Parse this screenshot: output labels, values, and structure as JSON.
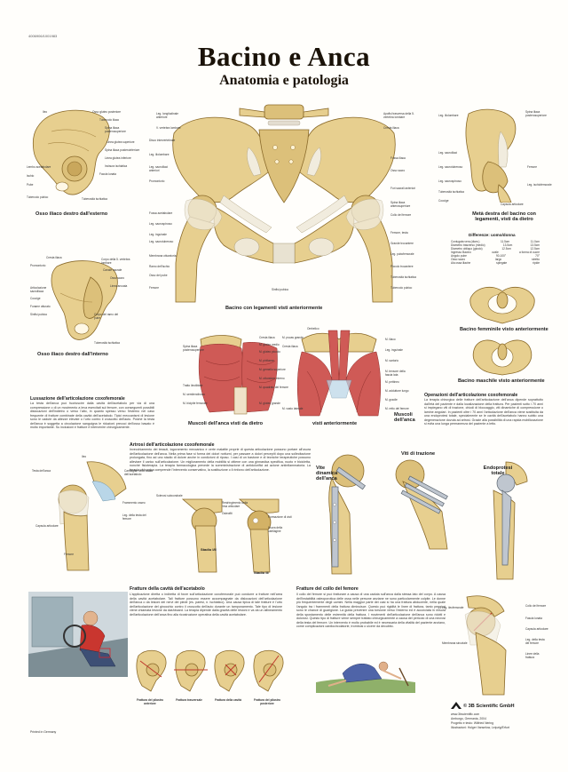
{
  "header": {
    "code": "4006906/1001983",
    "title": "Bacino e Anca",
    "subtitle": "Anatomia e patologia"
  },
  "captions": {
    "iliac_ext": "Osso iliaco destro dall'esterno",
    "iliac_int": "Osso iliaco destro dall'interno",
    "pelvis_front": "Bacino con legamenti visti anteriormente",
    "half_pelvis": "Metà destra del bacino con legamenti, visti da dietro",
    "female_pelvis": "Bacino femminile visto anteriormente",
    "male_pelvis": "Bacino maschile visto anteriormente",
    "muscles_back": "Muscoli dell'anca visti da dietro",
    "muscles_front": "visti anteriormente",
    "muscles_hip": "Muscoli dell'anca",
    "stage1": "Stadio I/II",
    "stage3": "Stadio III",
    "dynamic_screw": "Vite dinamica dell'anca",
    "traction_screws": "Viti di trazione",
    "total_prosthesis": "Endoprotesi totale"
  },
  "iliac_ext_labels": [
    "Ileo",
    "Osso gluteo posteriore",
    "Tubercolo iliaco",
    "Spina iliaca posterosuperiore",
    "Linea glutea superiore",
    "Spina iliaca posteroinferiore",
    "Linea glutea inferiore",
    "Incisura ischiatica",
    "Faccia lunata",
    "Lembo acetabolare",
    "Ischio",
    "Pube",
    "Tubercolo pubico",
    "Tuberosità ischiatica"
  ],
  "iliac_int_labels": [
    "Cresta iliaca",
    "Promontorio",
    "Corpo della 5. vertebra lombare",
    "Canale sacrale",
    "Osso sacro",
    "Linea arcuata",
    "Articolazione sacroiliaca",
    "Coccige",
    "Forame otturato",
    "Sinfisi pubica",
    "Corpo del ramo del pube",
    "Tuberosità ischiatica"
  ],
  "pelvis_left_labels": [
    "Leg. longitudinale anteriore",
    "V. vertebra lombare",
    "Disco intervertebrale",
    "Leg. iliolombare",
    "Leg. sacroiliaci anteriori",
    "Promontorio",
    "Fossa acetabolare",
    "Leg. sacrospinoso",
    "Leg. sacrotuberoso",
    "Membrana otturatoria",
    "Ramo dell'ischio",
    "Osso del pube",
    "Femore",
    "Leg. inguinale"
  ],
  "pelvis_right_labels": [
    "Apofisi trasversa della 5. vertebra lombare",
    "Cresta iliaca",
    "Fossa iliaca",
    "Osso sacro",
    "Fori sacrali anteriori",
    "Spina iliaca anterosuperiore",
    "Collo del femore",
    "Grande trocantere",
    "Piccolo trocantere",
    "Femore, testa",
    "Leg. pubofemorale",
    "Tuberosità ischiatica",
    "Tubercolo pubico",
    "Sinfisi pubica"
  ],
  "half_labels": [
    "Leg. iliolombare",
    "Spina iliaca posterosuperiore",
    "Leg. sacroiliaci",
    "Leg. sacrotuberoso",
    "Leg. sacrospinoso",
    "Femore",
    "Tuberosità ischiatica",
    "Coccige",
    "Leg. ischiofemorale",
    "Capsula articolare"
  ],
  "differences": {
    "title": "Differenze: uomo/donna",
    "rows": [
      {
        "label": "Coniugata vera (diam.)",
        "m": "11.5cm",
        "f": "11.0cm"
      },
      {
        "label": "Diametro trasverso (medio)",
        "m": "13.5cm",
        "f": "13.5cm"
      },
      {
        "label": "Diametro obliquo (giusto)",
        "m": "12.5cm",
        "f": "12.5cm"
      },
      {
        "label": "Ingresso Bacino",
        "m": "ovale",
        "f": "a forma di cuore"
      },
      {
        "label": "Angolo pube",
        "m": "90-100°",
        "f": "70°"
      },
      {
        "label": "Osso sacro",
        "m": "largo",
        "f": "stretto"
      },
      {
        "label": "Ala ossa iliache",
        "m": "spiegate",
        "f": "ripide"
      }
    ]
  },
  "muscle_labels_back": [
    "Cresta iliaca",
    "M. gluteo medio",
    "Spina iliaca posterosuperiore",
    "M. gluteo piccolo",
    "M. piriforme",
    "M. gemello superiore",
    "M. otturatore interno",
    "M. gluteo grande",
    "M. quadrato del femore",
    "M. semitendinoso",
    "M. bicipite femorale",
    "Tratto ileotibiale"
  ],
  "muscle_labels_front": [
    "Ombelico",
    "M. psoas grande",
    "Cresta iliaca",
    "M. iliaco",
    "Leg. inguinale",
    "M. sartorio",
    "M. tensore della fascia lata",
    "M. pettineo",
    "M. adduttore lungo",
    "M. gracile",
    "M. retto del femore",
    "M. vasto laterale"
  ],
  "sections": [
    {
      "head": "Lussazione dell'articolazione coxofemorale",
      "body": "La testa dell'anca può fuoriuscire dalla cavità dell'acetabolo per via di una compressione o di un movimento a leva esercitati sul femore, con conseguenti possibili dislocazioni dell'indietro o verso l'alto, in quanto spesso verso l'esterno nel caso frequente di fratture combinate della cavità dell'acetabolo. Tipici meccanismi di lesione sono le cadute da altezze elevate o l'urto contro il cruscotto dell'auto. Poiché la testa dell'anca è soggetta a circolazione sanguigna le riduzioni precoci dell'osso basato è molto importante. Su inclusioni e fratture è intervenire chirurgicamente."
    },
    {
      "head": "Artrosi dell'articolazione coxofemorale",
      "body": "Invecchiamento dei tessuti, logoramento meccanico e certe malattie proprie di questa articolazione possono portare all'usura dell'articolazione dell'anca. Nella prima fase si forma dei dolori notturni, per passare a dolori percepiti dopo una sollecitazione prolungata, fino ad uno stadio di dolore anche in condizioni di riposo. I casi di un bastone e di tecniche terapeutiche possono alleviare il carico sull'articolazione. Un miglioramento della mobilità si ottiene con una ginnastica specifica, nuoto e bicicletta, nonché fisioterapia. La terapia farmacologica prevede la somministrazione di antidolorifici ad azione antinfiammatoria. La terapia chirurgica comprende l'intervento conservativo, la sostituzione o il rinforzo dell'articolazione."
    },
    {
      "head": "Operazioni dell'articolazione coxofemorale",
      "body": "La terapia chirurgica delle fratture dell'articolazione dell'anca dipende soprattutto dall'età del paziente e dalla localizzazione della frattura. Per pazienti sotto i 70 anni si impiegano viti di trazione, chiodi di bloccaggio, viti dinamiche di compressione o lamine angolari. In pazienti oltre i 70 anni l'articolazione dell'anca viene sostituita da una endoprotesi totale, specialmente se le cavità dell'acetabolo hanno subito una degenerazione dovuta ad artrosi. Grazie alla possibilità di una rapida mobilizzazione si evita una lunga permanenza del paziente a letto."
    },
    {
      "head": "Fratture della cavità dell'acetabolo",
      "body": "L'applicazione diretta o indiretta di forze sull'articolazione coxofemorale può condurre a fratture nell'area della cavità acetabolare. Tali fratture possono essere accompagnate da dislocazioni dell'articolazione dell'anca o da lesioni dei nervi del piede (es. paresi, n. ischiatico). Una causa tipica di tale fratture è l'urto dell'articolazione del ginocchio contro il cruscotto dell'auto durante un tamponamento. Tale tipo di lesione viene chiamata lesione da dashboard. La terapia dipende dalla gravità delle lesioni e va da un allineamento dell'articolazione dell'anca fino alla ricostruzione operativa della cavità acetabolare."
    },
    {
      "head": "Fratture del collo del femore",
      "body": "Il collo del femore si può fratturare a causa di una caduta sull'anca dalla stessa lato del corpo. A causa dell'instabilità osteoporotica delle ossa nelle persone anziane ne sono particolarmente colpite. Le donne più frequentemente degli uomini. Nella maggior parte dei casi si ha una frattura abducente, nella quale l'angolo tra i frammenti della frattura diminuisce. Questo può rigidità le linee di frattura, tanto peggiori sono le chance di guarigione. La guida prevenire una torsione verso l'esterno ed è accorciata in misura della spostamento delle estremità della frattura. I movimenti dell'articolazione dell'anca sono ridotti e dolorosi. Questo tipo di fratture viene sempre trattato chirurgicamente a causa del pericolo di una necrosi della testa del femore. Un intervento è molto probabile ed è necessaria della vitalità del paziente anziano, come complicazioni cardiocircolatorie, trombosi o ulcere da decubito."
    }
  ],
  "small_labels": {
    "luxation": [
      "Testa dell'anca",
      "Cartilagine della cavità dell'acetabolo",
      "Ileo",
      "Frammento osseo",
      "Leg. della testa del femore",
      "Capsula articolare",
      "Femore"
    ],
    "arthrosis": [
      "Sclerosi subcondrale",
      "Restringimento della rima articolare",
      "Formazione di cisti",
      "Usura della cartilagine",
      "Osteofiti"
    ],
    "femur_neck": [
      "Leg. ileofemorale",
      "Collo del femore",
      "Fascia lunata",
      "Capsula articolare",
      "Leg. della testa del femore",
      "Linee della frattura",
      "Membrana sinoviale"
    ]
  },
  "fracture_types": [
    "Frattura del pilastro anteriore",
    "Frattura trasversale",
    "Frattura della cavità",
    "Frattura del pilastro posteriore"
  ],
  "footer": {
    "company": "© 3B Scientific GmbH",
    "line1": "www.3bscientific.com",
    "line2": "Amburgo, Germania, 2004",
    "line3": "Progetto e testo: Wilfried Nering",
    "line4": "Illustrazioni: Holger Vanselow, Leipzig/Erfurt",
    "printed": "Printed in Germany"
  }
}
